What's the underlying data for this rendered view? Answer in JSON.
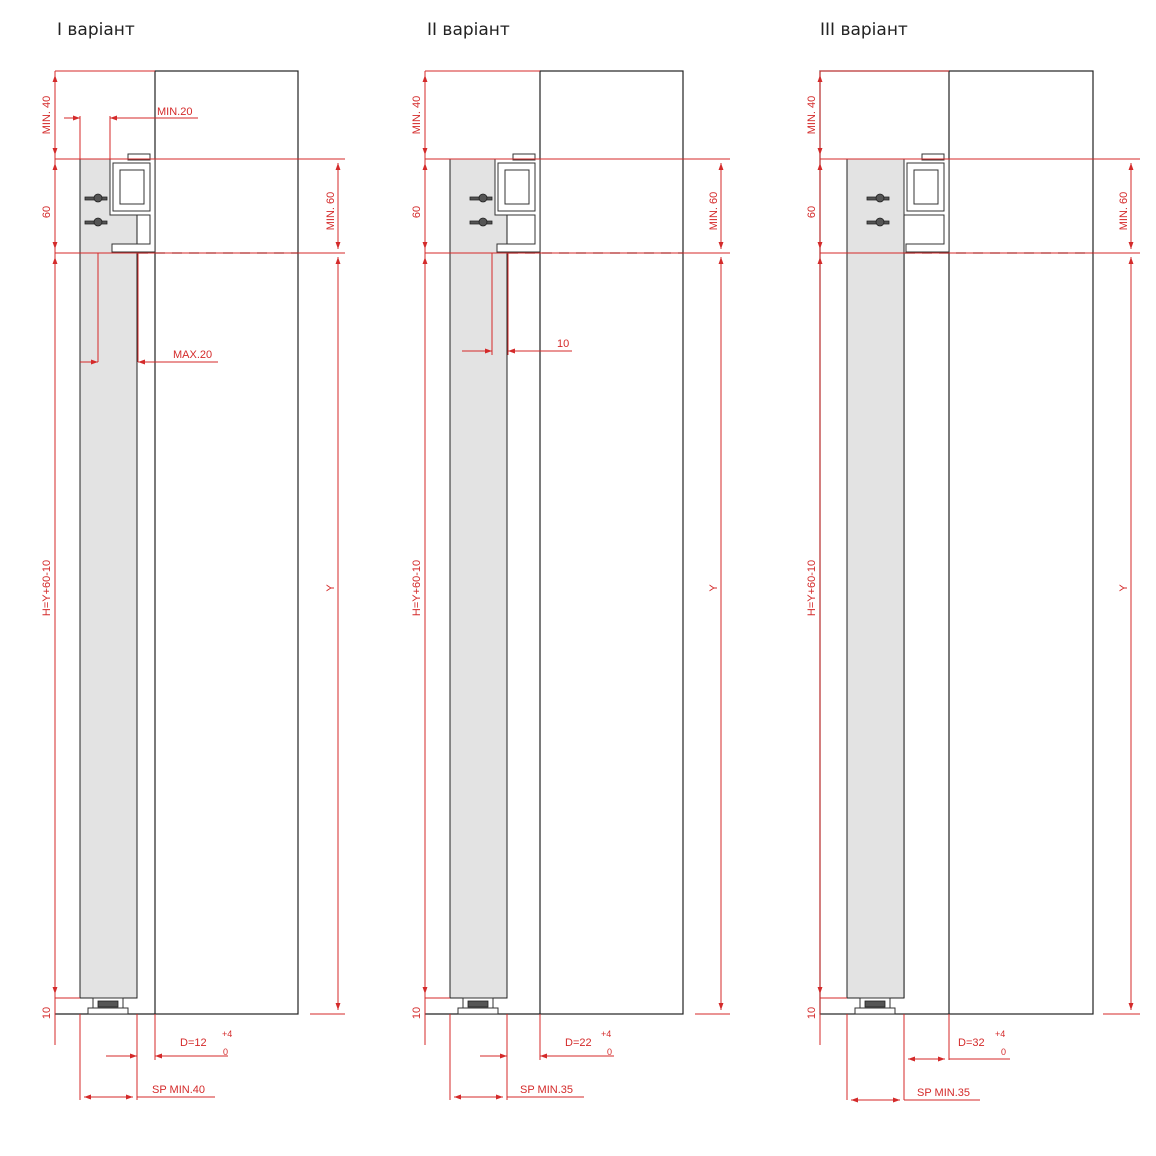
{
  "variants": [
    {
      "title": "I варіант",
      "labels": {
        "min40": "MIN. 40",
        "min20": "MIN.20",
        "h60": "60",
        "min60": "MIN. 60",
        "max20": "MAX.20",
        "h": "H=Y+60-10",
        "y": "Y",
        "h10": "10",
        "d": "D=12",
        "tol_plus": "+4",
        "tol_zero": "0",
        "sp": "SP MIN.40"
      }
    },
    {
      "title": "II варіант",
      "labels": {
        "min40": "MIN. 40",
        "h60": "60",
        "min60": "MIN. 60",
        "ten": "10",
        "h": "H=Y+60-10",
        "y": "Y",
        "h10": "10",
        "d": "D=22",
        "tol_plus": "+4",
        "tol_zero": "0",
        "sp": "SP MIN.35"
      }
    },
    {
      "title": "III варіант",
      "labels": {
        "min40": "MIN. 40",
        "h60": "60",
        "min60": "MIN. 60",
        "h": "H=Y+60-10",
        "y": "Y",
        "h10": "10",
        "d": "D=32",
        "tol_plus": "+4",
        "tol_zero": "0",
        "sp": "SP MIN.35"
      }
    }
  ],
  "colors": {
    "dimension": "#d42a2a",
    "panel": "#e3e3e3",
    "line": "#222222"
  }
}
